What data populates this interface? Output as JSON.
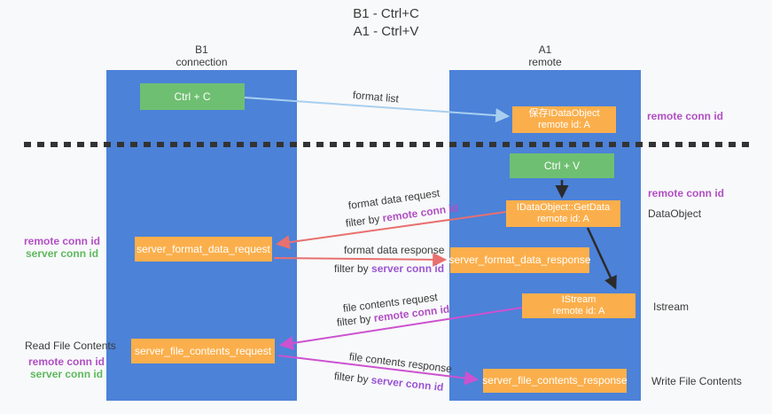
{
  "title": {
    "line1": "B1 - Ctrl+C",
    "line2": "A1 - Ctrl+V"
  },
  "lifelines": {
    "left": {
      "name": "B1",
      "role": "connection"
    },
    "right": {
      "name": "A1",
      "role": "remote"
    }
  },
  "boxes": {
    "ctrl_c": {
      "label": "Ctrl + C"
    },
    "save_dataobject": {
      "line1": "保存IDataObject",
      "line2": "remote id: A"
    },
    "ctrl_v": {
      "label": "Ctrl + V"
    },
    "getdata": {
      "line1": "IDataObject::GetData",
      "line2": "remote id: A"
    },
    "format_request": {
      "label": "server_format_data_request"
    },
    "format_response": {
      "label": "server_format_data_response"
    },
    "istream": {
      "line1": "IStream",
      "line2": "remote id: A"
    },
    "file_request": {
      "label": "server_file_contents_request"
    },
    "file_response": {
      "label": "server_file_contents_response"
    }
  },
  "side_labels": {
    "remote_conn_id": "remote conn id",
    "server_conn_id": "server conn id",
    "dataobject": "DataObject",
    "istream": "Istream",
    "read_file_contents": "Read File Contents",
    "write_file_contents": "Write File Contents"
  },
  "edge_labels": {
    "format_list": "format list",
    "format_data_request": "format data request",
    "format_data_response": "format data response",
    "file_contents_request": "file contents request",
    "file_contents_response": "file contents response",
    "filter_by": "filter by ",
    "remote_conn_id": "remote conn id",
    "server_conn_id": "server conn id"
  },
  "colors": {
    "lifeline_blue": "#4c82d8",
    "box_green": "#6fbf72",
    "box_orange": "#fbaf4c",
    "arrow_lightblue": "#a8cfef",
    "arrow_red": "#e8706f",
    "arrow_magenta": "#cc52d0",
    "arrow_black": "#2b2b2b",
    "text_purple": "#b14fc4",
    "text_green": "#5db95d"
  }
}
